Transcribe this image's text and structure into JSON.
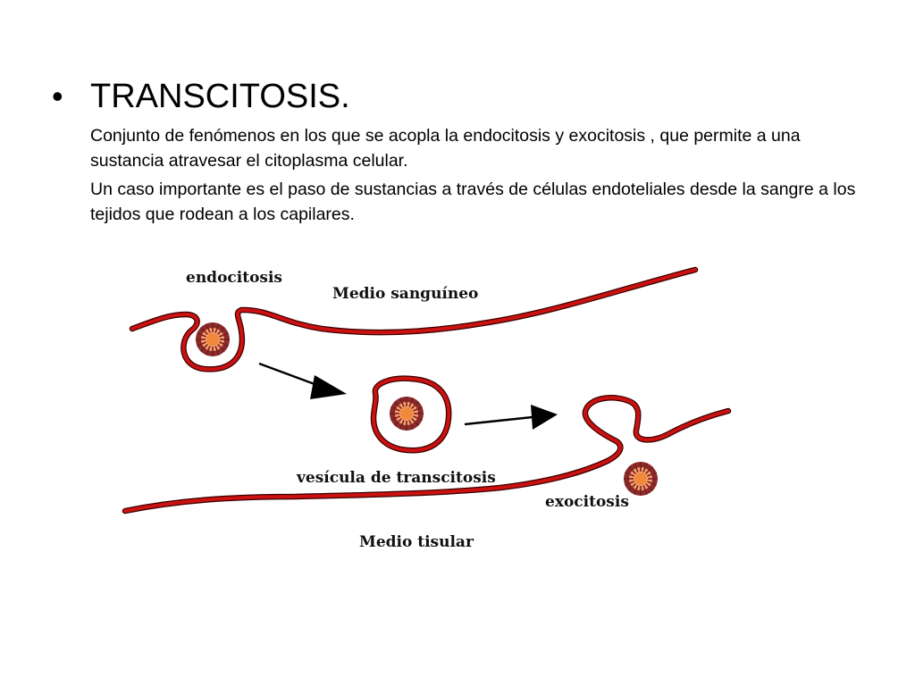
{
  "slide": {
    "bullet": "•",
    "title": "TRANSCITOSIS.",
    "paragraphs": [
      "Conjunto de fenómenos en los que se acopla la endocitosis y exocitosis , que permite a una sustancia atravesar el citoplasma celular.",
      "Un caso importante es el paso de sustancias a través de células endoteliales desde la sangre a los tejidos que rodean a los capilares."
    ]
  },
  "diagram": {
    "labels": {
      "endocitosis": "endocitosis",
      "medio_sanguineo": "Medio sanguíneo",
      "vesicula": "vesícula de transcitosis",
      "exocitosis": "exocitosis",
      "medio_tisular": "Medio tisular"
    },
    "colors": {
      "membrane": "#cc1111",
      "membrane_edge": "#3a0000",
      "particle_outer": "#8b2a2a",
      "particle_inner": "#f6a070",
      "particle_core": "#f08a3a",
      "arrow": "#000000"
    },
    "icons": [
      "particle-icon",
      "arrow-right-icon"
    ]
  }
}
